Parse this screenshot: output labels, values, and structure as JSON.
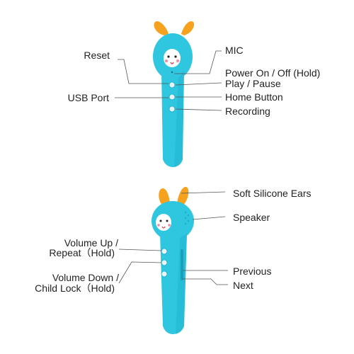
{
  "colors": {
    "pen_body": "#2fc6e0",
    "pen_shadow": "#1aa9c6",
    "ear": "#f6a21e",
    "face": "#ffffff",
    "cheek": "#f28ca0",
    "button": "#e9f6f9",
    "line": "#555555",
    "text": "#222222"
  },
  "top_pen": {
    "labels": {
      "reset": "Reset",
      "usb_port": "USB Port",
      "mic": "MIC",
      "power": "Power On / Off (Hold)",
      "play_pause": "Play / Pause",
      "home": "Home Button",
      "recording": "Recording"
    }
  },
  "bottom_pen": {
    "labels": {
      "ears": "Soft Silicone Ears",
      "speaker": "Speaker",
      "volume_up_line1": "Volume Up /",
      "volume_up_line2": "Repeat（Hold)",
      "volume_down_line1": "Volume Down /",
      "volume_down_line2": "Child Lock（Hold)",
      "previous": "Previous",
      "next": "Next"
    }
  }
}
